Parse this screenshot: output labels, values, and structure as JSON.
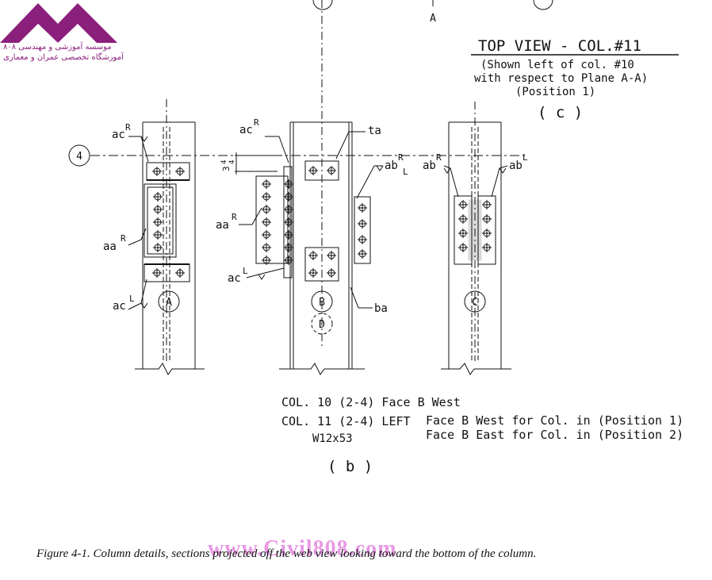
{
  "logo": {
    "line1": "موسسه آموزشی و مهندسی ۸۰۸",
    "line2": "آموزشگاه تخصصی عمران و معماری",
    "color": "#8b1f7c"
  },
  "top_view": {
    "title": "TOP VIEW - COL.#11",
    "note1": "(Shown left of col. #10",
    "note2": "with respect to Plane A-A)",
    "note3": "(Position 1)",
    "tag": "( c )"
  },
  "markers": {
    "section_a_top": "A",
    "grid_4": "4",
    "A": "A",
    "B": "B",
    "C": "C",
    "D": "D"
  },
  "labels": {
    "acR_left": "ac",
    "acR_left_sup": "R",
    "aaR_left": "aa",
    "aaR_left_sup": "R",
    "acL_left": "ac",
    "acL_left_sup": "L",
    "acR_mid": "ac",
    "acR_mid_sup": "R",
    "ta": "ta",
    "abRL": "ab",
    "abRL_sup": "R",
    "abRL_sub": "L",
    "aaR_mid": "aa",
    "aaR_mid_sup": "R",
    "acL_mid": "ac",
    "acL_mid_sup": "L",
    "ba": "ba",
    "abR_right": "ab",
    "abR_right_sup": "R",
    "abL_right": "ab",
    "abL_right_sup": "L",
    "dim_3": "3",
    "dim_4": "4",
    "dim_4b": "4"
  },
  "notes": {
    "col10": "COL. 10 (2-4) Face B West",
    "col11": "COL. 11 (2-4) LEFT",
    "face_west": "Face B West for Col. in (Position 1)",
    "face_east": "Face B East for Col. in (Position 2)",
    "section": "W12x53",
    "tag": "( b )"
  },
  "watermark": {
    "text": "www.Civil808.com",
    "color": "#e277dc"
  },
  "caption": {
    "text": "Figure 4-1.  Column details, sections projected off the web view looking toward the bottom of the column."
  }
}
